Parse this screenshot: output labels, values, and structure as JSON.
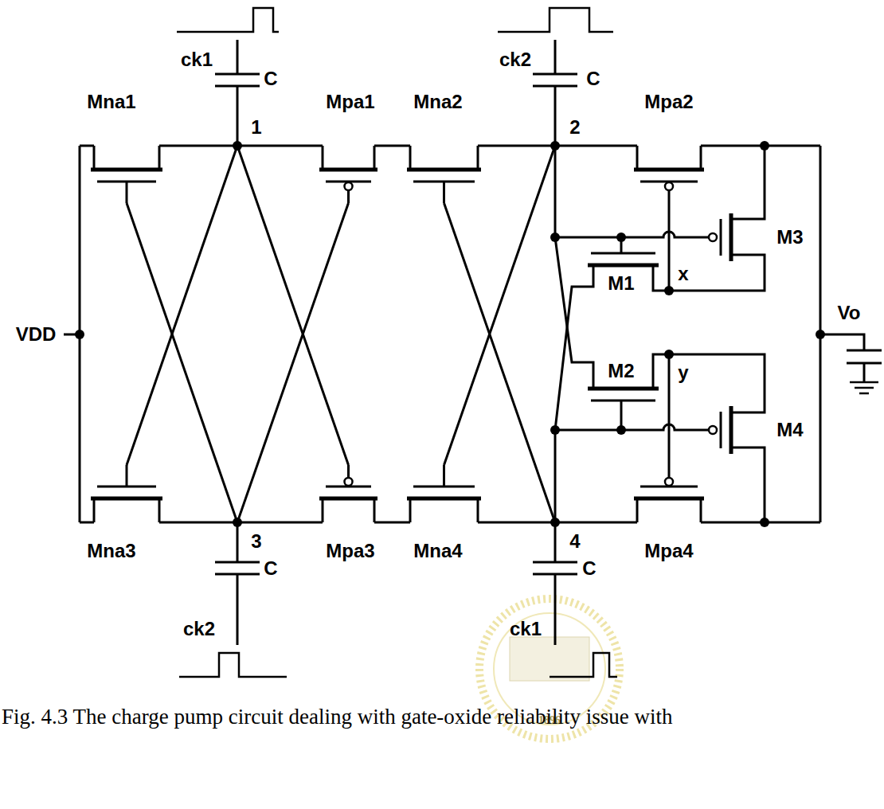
{
  "diagram": {
    "caption": "Fig. 4.3 The charge pump circuit dealing with gate-oxide reliability issue with",
    "labels": [
      "ck1",
      "C",
      "1",
      "Mna1",
      "Mpa1",
      "Mna2",
      "ck2",
      "C",
      "2",
      "Mpa2",
      "M3",
      "VDD",
      "x",
      "M1",
      "Vo",
      "M2",
      "y",
      "M4",
      "Mna3",
      "3",
      "Mpa3",
      "Mna4",
      "4",
      "Mpa4",
      "C",
      "C",
      "ck2",
      "ck1",
      "1896"
    ]
  }
}
